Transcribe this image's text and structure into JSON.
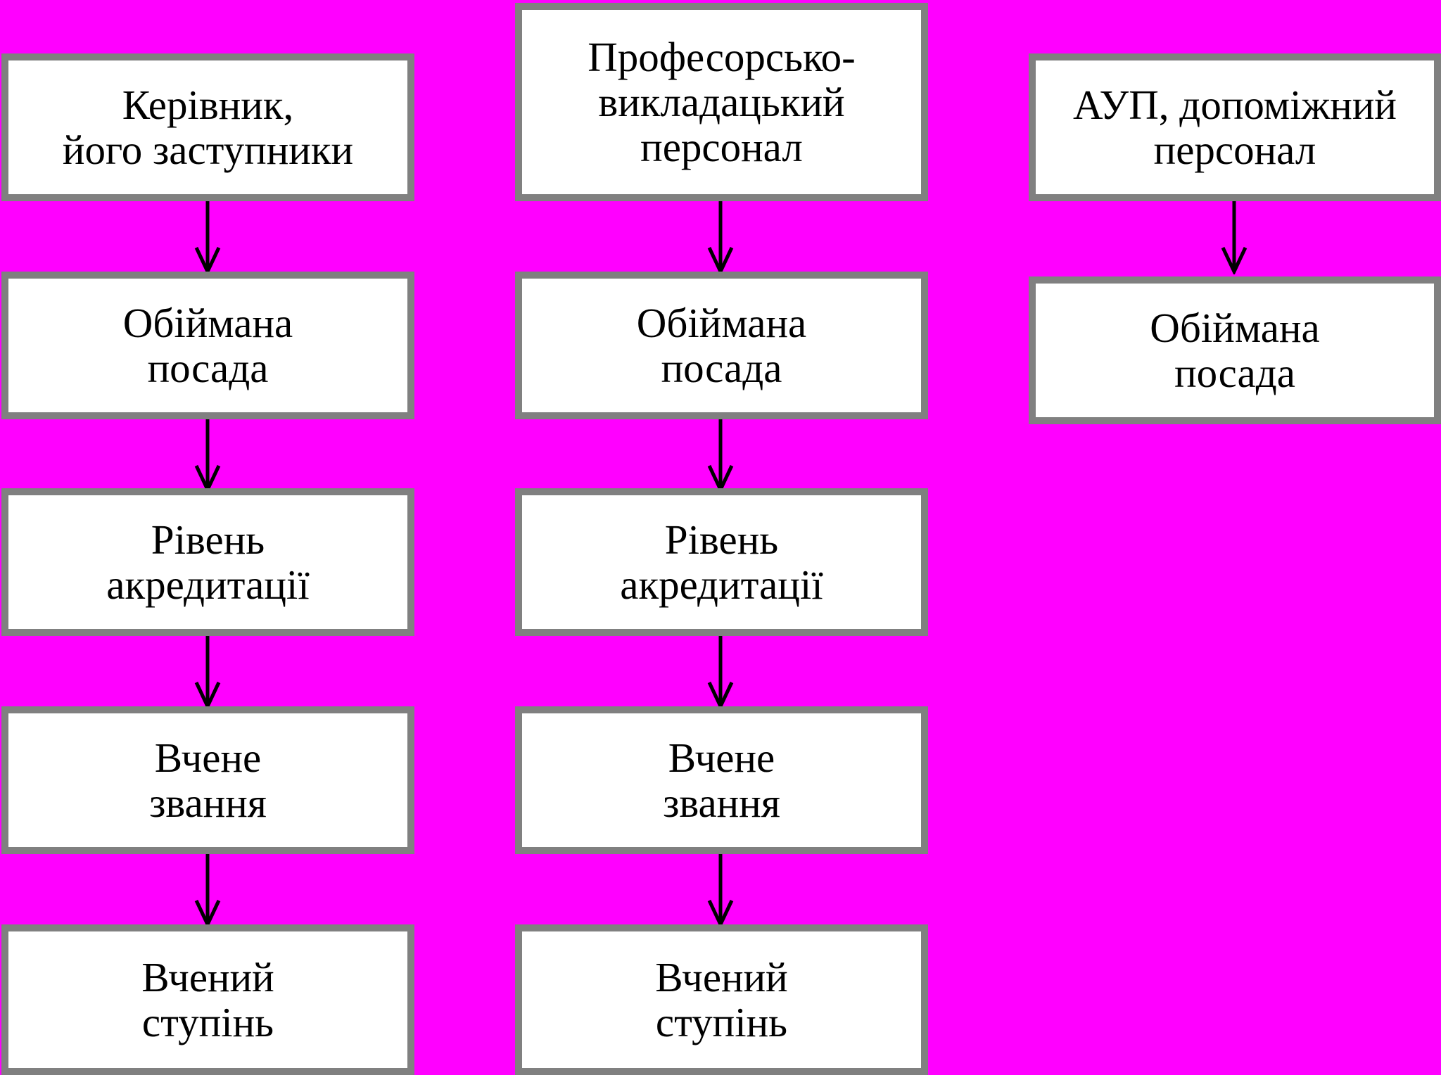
{
  "background_color": "#ff00ff",
  "box_fill": "#ffffff",
  "box_border_color": "#808080",
  "arrow_color": "#000000",
  "columns": [
    {
      "header": "Керівник,\nйого заступники",
      "items": [
        "Обіймана\nпосада",
        "Рівень\nакредитації",
        "Вчене\nзвання",
        "Вчений\nступінь"
      ]
    },
    {
      "header": "Професорсько-\nвикладацький\nперсонал",
      "items": [
        "Обіймана\nпосада",
        "Рівень\nакредитації",
        "Вчене\nзвання",
        "Вчений\nступінь"
      ]
    },
    {
      "header": "АУП, допоміжний\nперсонал",
      "items": [
        "Обіймана\nпосада"
      ]
    }
  ]
}
